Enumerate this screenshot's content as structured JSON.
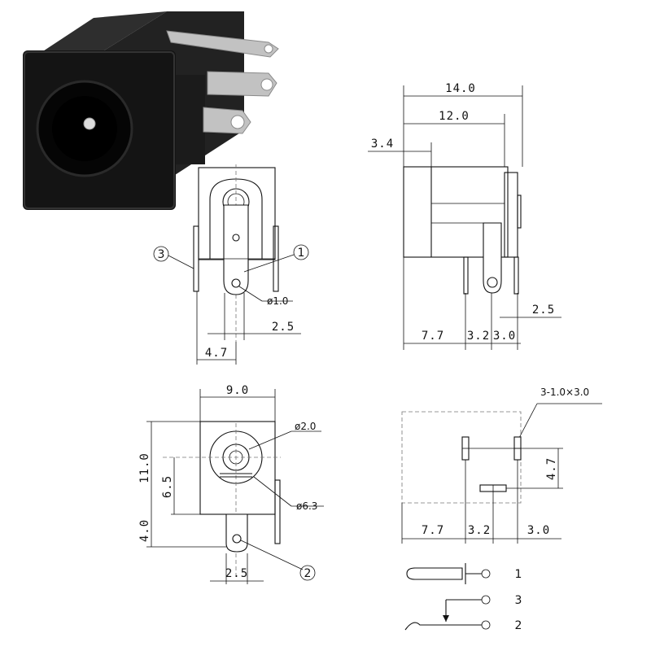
{
  "product_photo": {
    "body_color": "#1a1a1a",
    "terminal_color": "#b8b8b8"
  },
  "front_view": {
    "callout_pin_right": "1",
    "callout_pin_left": "3",
    "hole_dia": "ø1.0",
    "dim_pin_offset": "2.5",
    "dim_pin_span": "4.7"
  },
  "side_view": {
    "dim_total_length": "14.0",
    "dim_body_length": "12.0",
    "dim_front_lip": "3.4",
    "dim_right_pin": "2.5",
    "dim_a": "7.7",
    "dim_b": "3.2",
    "dim_c": "3.0"
  },
  "bottom_view": {
    "dim_width": "9.0",
    "dim_height": "11.0",
    "dim_center_height": "6.5",
    "dim_pin_length": "4.0",
    "dia_pin": "ø2.0",
    "dia_bore": "ø6.3",
    "dim_pin_pitch": "2.5",
    "callout_pin": "2"
  },
  "pcb_layout": {
    "slot_note": "3-1.0×3.0",
    "dim_a": "7.7",
    "dim_b": "3.2",
    "dim_c": "3.0",
    "dim_vertical": "4.7"
  },
  "schematic": {
    "pin_1": "1",
    "pin_3": "3",
    "pin_2": "2"
  }
}
